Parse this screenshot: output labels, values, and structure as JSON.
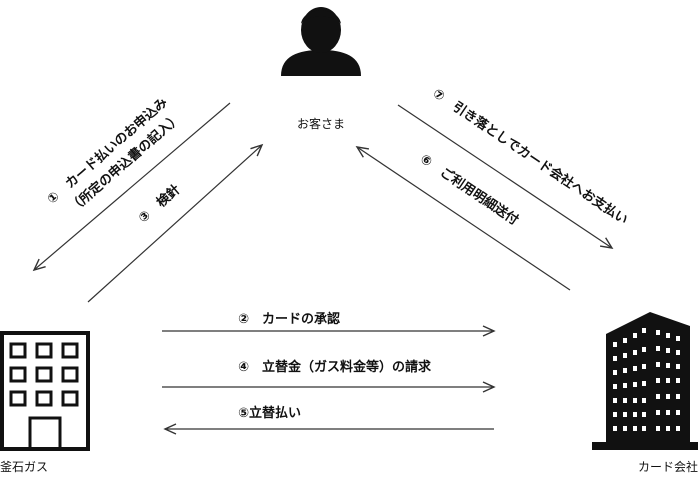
{
  "nodes": {
    "customer": {
      "label": "お客さま",
      "icon": "person-icon"
    },
    "gas_company": {
      "label": "釜石ガス",
      "icon": "office-building-icon"
    },
    "card_company": {
      "label": "カード会社",
      "icon": "skyscraper-icon"
    }
  },
  "steps": {
    "s1_line1": "①　カード払いのお申込み",
    "s1_line2": "（所定の申込書の記入）",
    "s2": "②　カードの承認",
    "s3": "③　検針",
    "s4": "④　立替金（ガス料金等）の請求",
    "s5": "⑤立替払い",
    "s6": "⑥　ご利用明細送付",
    "s7": "⑦　引き落としでカード会社へお支払い"
  },
  "colors": {
    "ink": "#111111",
    "line": "#333333",
    "background": "#ffffff"
  }
}
